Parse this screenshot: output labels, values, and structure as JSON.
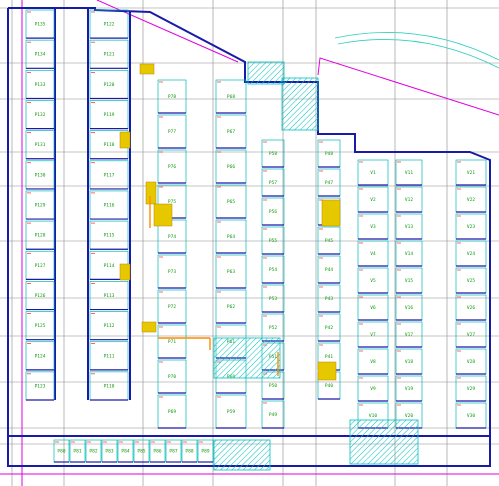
{
  "colors": {
    "background": "#ffffff",
    "grid": "#8c8c8c",
    "wall": "#1a1aa8",
    "room": "#00b8b8",
    "label": "#0a9a0a",
    "accent_label": "#ff5a00",
    "magenta": "#e000e0",
    "dimension": "#ff0000",
    "hatch": "#00c0c0",
    "stair": "#e6c800"
  },
  "rooms_left": [
    "P135",
    "P134",
    "P133",
    "P132",
    "P131",
    "P130",
    "P129",
    "P128",
    "P127",
    "P126",
    "P125",
    "P124",
    "P123",
    "P122",
    "P121",
    "P120",
    "P119",
    "P118",
    "P117",
    "P116",
    "P115",
    "P114",
    "P113",
    "P112",
    "P111",
    "P110"
  ],
  "rooms_mid": [
    "P78",
    "P77",
    "P76",
    "P75",
    "P74",
    "P73",
    "P72",
    "P71",
    "P70",
    "P69",
    "P68",
    "P67",
    "P66",
    "P65",
    "P64",
    "P63",
    "P62",
    "P61",
    "P60",
    "P59",
    "P58",
    "P57",
    "P56",
    "P55",
    "P54",
    "P53",
    "P52",
    "P51",
    "P50",
    "P49",
    "P48",
    "P47",
    "P46",
    "P45",
    "P44",
    "P43",
    "P42",
    "P41",
    "P40"
  ],
  "rooms_right": [
    "V1",
    "V2",
    "V3",
    "V4",
    "V5",
    "V6",
    "V7",
    "V8",
    "V9",
    "V10",
    "V11",
    "V12",
    "V13",
    "V14",
    "V15",
    "V16",
    "V17",
    "V18",
    "V19",
    "V20",
    "V21",
    "V22",
    "V23",
    "V24",
    "V25",
    "V26",
    "V27",
    "V28",
    "V29",
    "V30"
  ],
  "rooms_bottom": [
    "P80",
    "P81",
    "P82",
    "P83",
    "P84",
    "P85",
    "P86",
    "P87",
    "P88",
    "P89"
  ]
}
